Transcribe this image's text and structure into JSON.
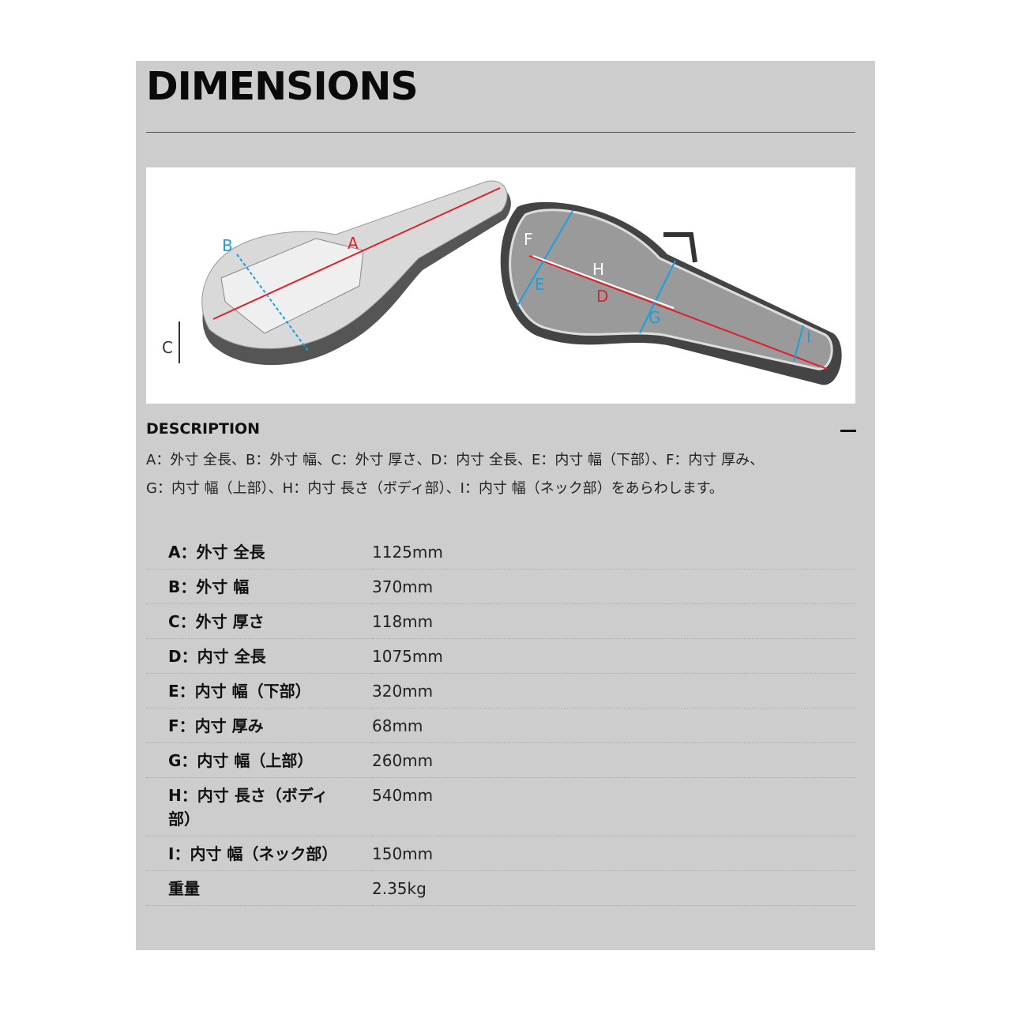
{
  "title": "DIMENSIONS",
  "diagram": {
    "labels": {
      "a": "A",
      "b": "B",
      "c": "C",
      "d": "D",
      "e": "E",
      "f": "F",
      "g": "G",
      "h": "H",
      "i": "I"
    }
  },
  "description": {
    "heading": "DESCRIPTION",
    "toggle_icon": "minus-icon",
    "lines": [
      "A：外寸 全長、B：外寸 幅、C：外寸 厚さ、D：内寸 全長、E：内寸 幅（下部）、F：内寸 厚み、",
      "G：内寸 幅（上部）、H：内寸 長さ（ボディ部）、I：内寸 幅（ネック部）をあらわします。"
    ]
  },
  "specs": [
    {
      "label": "A：外寸 全長",
      "value": "1125mm"
    },
    {
      "label": "B：外寸 幅",
      "value": "370mm"
    },
    {
      "label": "C：外寸 厚さ",
      "value": "118mm"
    },
    {
      "label": "D：内寸 全長",
      "value": "1075mm"
    },
    {
      "label": "E：内寸 幅（下部）",
      "value": "320mm"
    },
    {
      "label": "F：内寸 厚み",
      "value": "68mm"
    },
    {
      "label": "G：内寸 幅（上部）",
      "value": "260mm"
    },
    {
      "label": "H：内寸 長さ（ボディ部）",
      "value": "540mm"
    },
    {
      "label": "I：内寸 幅（ネック部）",
      "value": "150mm"
    },
    {
      "label": "重量",
      "value": "2.35kg"
    }
  ],
  "colors": {
    "red": "#e0202a",
    "blue": "#1a9fe0",
    "panel": "#cdcdcd"
  }
}
